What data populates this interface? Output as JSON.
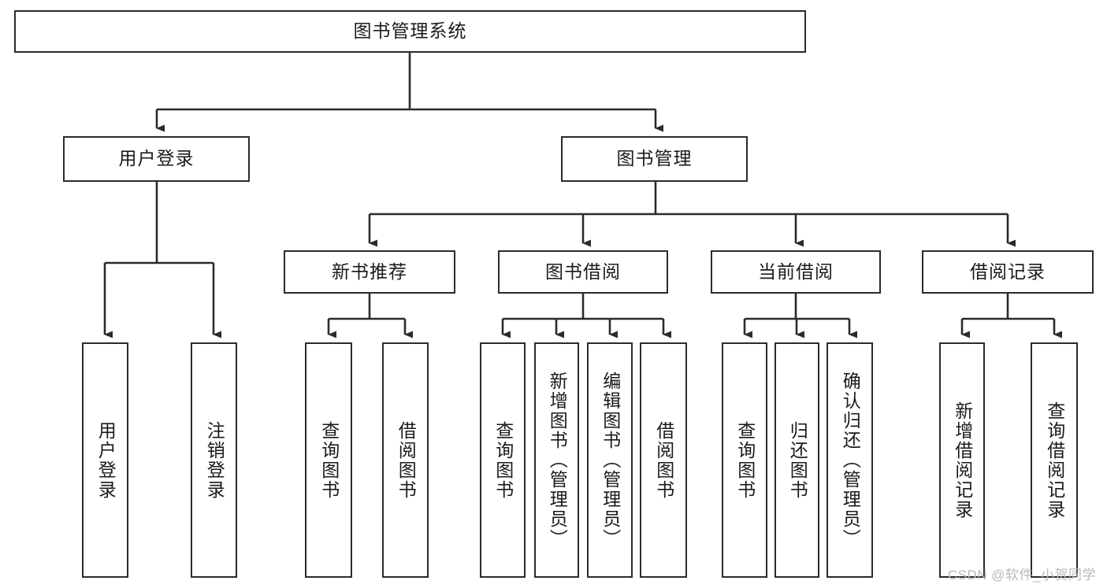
{
  "diagram": {
    "title": "图书管理系统",
    "type": "hierarchy-tree",
    "colors": {
      "stroke": "#2b2b2b",
      "fill": "#ffffff",
      "text": "#1b1b1b",
      "watermark": "#b9b9b9"
    },
    "levels": {
      "root": {
        "label": "图书管理系统"
      },
      "level2": [
        {
          "label": "用户登录"
        },
        {
          "label": "图书管理"
        }
      ],
      "level3": [
        {
          "label": "新书推荐"
        },
        {
          "label": "图书借阅"
        },
        {
          "label": "当前借阅"
        },
        {
          "label": "借阅记录"
        }
      ]
    },
    "groups": [
      {
        "parent": "用户登录",
        "leaves": [
          {
            "label": "用户登录"
          },
          {
            "label": "注销登录"
          }
        ]
      },
      {
        "parent": "新书推荐",
        "leaves": [
          {
            "label": "查询图书"
          },
          {
            "label": "借阅图书"
          }
        ]
      },
      {
        "parent": "图书借阅",
        "leaves": [
          {
            "label": "查询图书"
          },
          {
            "label": "新增图书（管理员）"
          },
          {
            "label": "编辑图书（管理员）"
          },
          {
            "label": "借阅图书"
          }
        ]
      },
      {
        "parent": "当前借阅",
        "leaves": [
          {
            "label": "查询图书"
          },
          {
            "label": "归还图书"
          },
          {
            "label": "确认归还（管理员）"
          }
        ]
      },
      {
        "parent": "借阅记录",
        "leaves": [
          {
            "label": "新增借阅记录"
          },
          {
            "label": "查询借阅记录"
          }
        ]
      }
    ]
  },
  "watermark": {
    "text": "CSDN @软件_小贺同学"
  }
}
